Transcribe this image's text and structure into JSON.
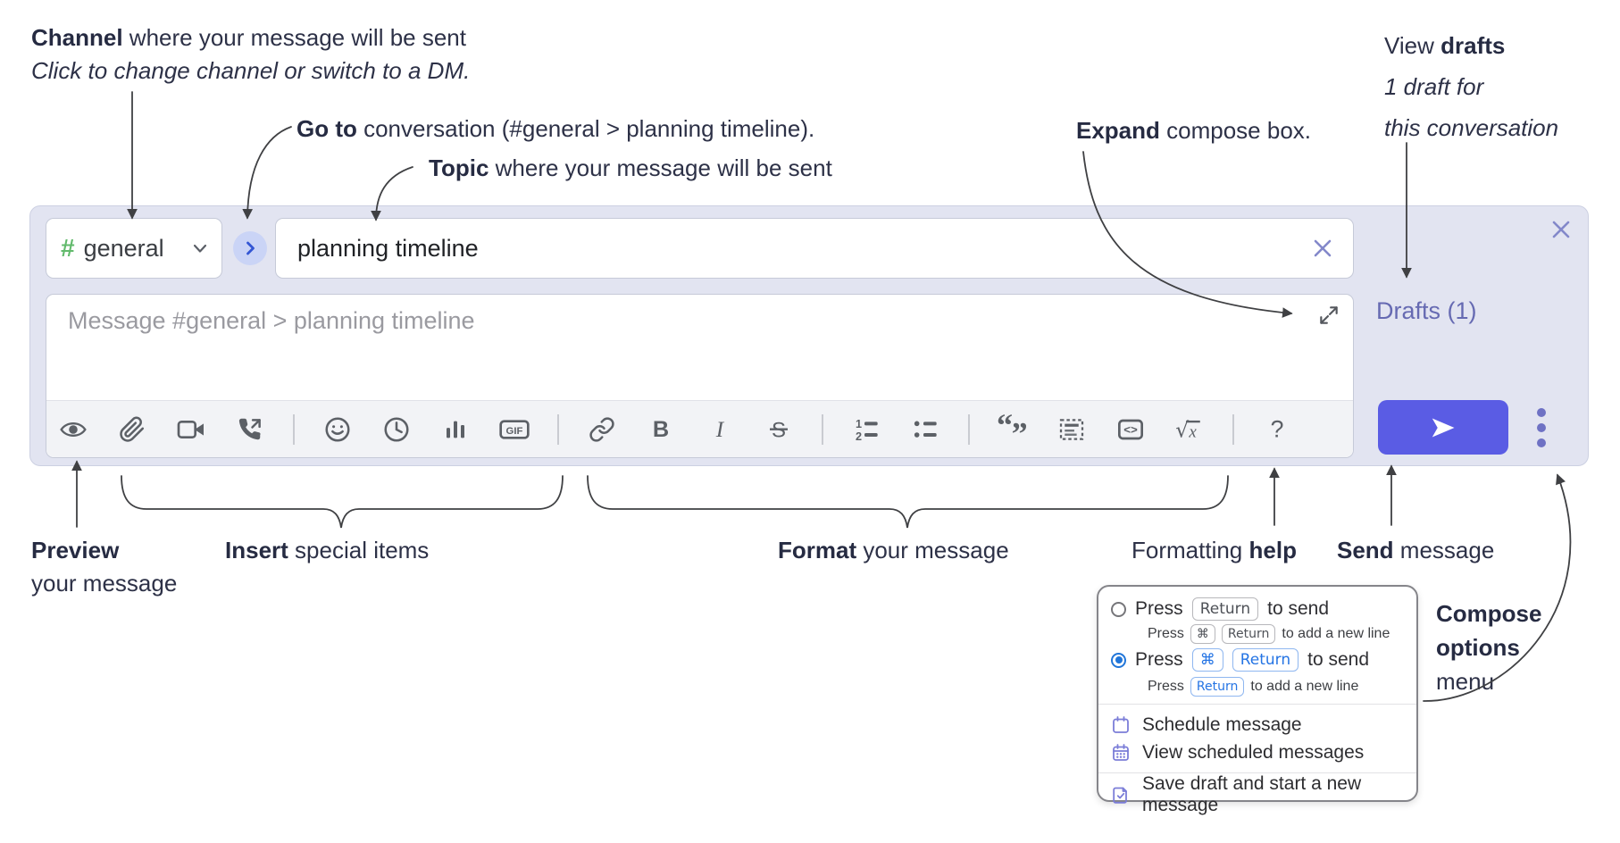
{
  "annotations": {
    "channel": {
      "bold": "Channel",
      "rest": " where your message will be sent",
      "line2": "Click to change channel or switch to a DM."
    },
    "goto": {
      "bold": "Go to",
      "rest": " conversation (#general > planning timeline)."
    },
    "topic": {
      "bold": "Topic",
      "rest": " where your message will be sent"
    },
    "expand": {
      "bold": "Expand",
      "rest": " compose box."
    },
    "drafts": {
      "line1_pre": "View ",
      "line1_bold": "drafts",
      "line2": "1 draft for",
      "line3": "this conversation"
    },
    "preview": {
      "bold": "Preview",
      "line2": "your message"
    },
    "insert": {
      "bold": "Insert",
      "rest": " special items"
    },
    "format": {
      "bold": "Format",
      "rest": " your message"
    },
    "formatting_help": {
      "pre": "Formatting ",
      "bold": "help"
    },
    "send": {
      "bold": "Send",
      "rest": " message"
    },
    "compose_options": {
      "bold1": "Compose",
      "bold2": "options",
      "line3": "menu"
    }
  },
  "compose": {
    "channel_selector": {
      "hash": "#",
      "label": "general"
    },
    "topic_input": {
      "value": "planning timeline"
    },
    "message_input": {
      "placeholder": "Message #general > planning timeline"
    },
    "drafts_link": "Drafts (1)",
    "toolbar_icons": [
      "preview-eye",
      "attach-file",
      "start-video-call",
      "start-audio-call",
      "add-emoji",
      "add-global-time",
      "add-poll",
      "add-gif",
      "insert-link",
      "bold",
      "italic",
      "strikethrough",
      "numbered-list",
      "bulleted-list",
      "quote",
      "spoiler",
      "code",
      "math-latex",
      "formatting-help"
    ],
    "glyphs": {
      "gif": "GIF",
      "bold": "B",
      "italic": "I",
      "strike": "S",
      "code": "<>",
      "math_root": "√",
      "math_x": "x",
      "help": "?",
      "num1": "1",
      "num2": "2",
      "quote_open": "“",
      "quote_close": "”"
    }
  },
  "menu": {
    "opt1": {
      "pre": "Press",
      "key1": "Return",
      "post": "to send"
    },
    "opt1sub": {
      "pre": "Press",
      "key1": "⌘",
      "key2": "Return",
      "post": "to add a new line"
    },
    "opt2": {
      "pre": "Press",
      "key1": "⌘",
      "key2": "Return",
      "post": "to send"
    },
    "opt2sub": {
      "pre": "Press",
      "key1": "Return",
      "post": "to add a new line"
    },
    "items": [
      "Schedule message",
      "View scheduled messages",
      "Save draft and start a new message"
    ]
  },
  "colors": {
    "accent_indigo": "#5a5ce4",
    "link_purple": "#666ab2",
    "lavender_bg": "#e2e4f1",
    "hash_green": "#62ba6c",
    "radio_blue": "#2176d9",
    "key_blue": "#2474e4",
    "menu_icon_purple": "#7b7dd8",
    "x_periwinkle": "#8388ca",
    "icon_gray": "#5c6066"
  }
}
